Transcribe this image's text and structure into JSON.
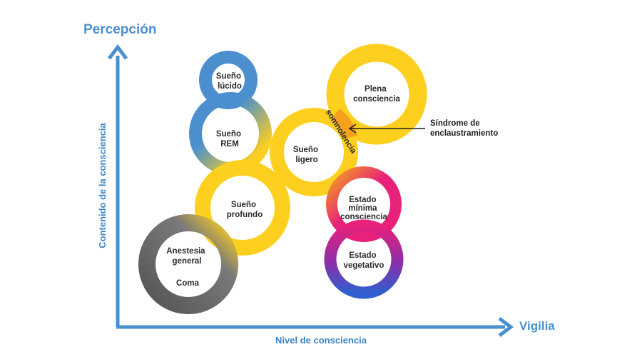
{
  "axes": {
    "y_title": "Percepción",
    "y_label": "Contenido de la consciencia",
    "x_title": "Vigilia",
    "x_label": "Nivel de consciencia"
  },
  "states": {
    "sueno_lucido": [
      "Sueño",
      "lúcido"
    ],
    "rem": [
      "Sueño",
      "REM"
    ],
    "ligero": [
      "Sueño",
      "ligero"
    ],
    "plena": [
      "Plena",
      "consciencia"
    ],
    "profundo": [
      "Sueño",
      "profundo"
    ],
    "minima": [
      "Estado",
      "mínima",
      "consciencia"
    ],
    "vegetativo": [
      "Estado",
      "vegetativo"
    ],
    "anestesia": [
      "Anestesia",
      "general"
    ],
    "coma": "Coma"
  },
  "annotations": {
    "somnolencia": "somnolencia",
    "sindrome": [
      "Síndrome de",
      "enclaustramiento"
    ]
  },
  "colors": {
    "axis_blue": "#4a90cf",
    "yellow": "#fdd01f",
    "blue": "#4b8fcf",
    "pink": "#e8217a",
    "purple": "#8a2ea8",
    "gray": "#5f5f5f",
    "orange": "#f4a11c"
  }
}
